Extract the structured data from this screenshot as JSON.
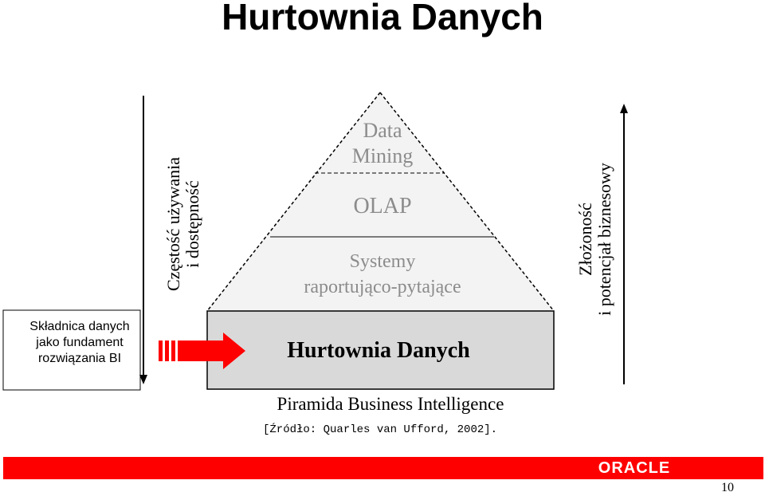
{
  "title": "Hurtownia Danych",
  "left_box": {
    "line1": "Składnica danych",
    "line2": "jako fundament",
    "line3": "rozwiązania BI"
  },
  "left_axis": {
    "line1": "Częstość używania",
    "line2": "i dostępność"
  },
  "right_axis": {
    "line1": "Złożoność",
    "line2": "i potencjał biznesowy"
  },
  "pyramid": {
    "levels": [
      {
        "line1": "Data",
        "line2": "Mining"
      },
      {
        "line1": "OLAP"
      },
      {
        "line1": "Systemy",
        "line2": "raportująco-pytające"
      },
      {
        "line1": "Hurtownia Danych"
      }
    ]
  },
  "caption": "Piramida Business Intelligence",
  "source": "[Źródło: Quarles van Ufford, 2002].",
  "footer": {
    "logo_text": "ORACLE",
    "page_number": "10",
    "bar_color": "#ff0000"
  }
}
